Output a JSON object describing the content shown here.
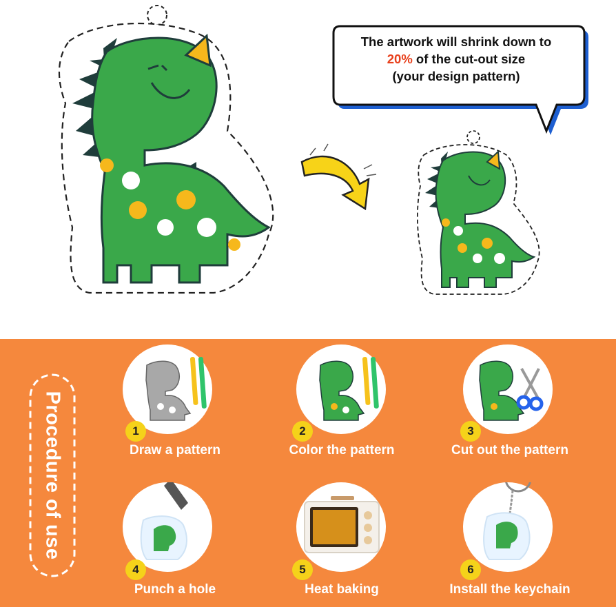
{
  "callout": {
    "line1": "The artwork will shrink down to",
    "highlight": "20%",
    "line2_rest": " of the cut-out size",
    "line3": "(your design pattern)"
  },
  "colors": {
    "orange_panel": "#f5883d",
    "dino_green": "#3aa84a",
    "dino_dark": "#1f3d3b",
    "accent_yellow": "#f5d21a",
    "highlight_red": "#e8401c"
  },
  "sidebar_label": "Procedure of use",
  "steps": [
    {
      "number": "1",
      "label": "Draw a pattern"
    },
    {
      "number": "2",
      "label": "Color the pattern"
    },
    {
      "number": "3",
      "label": "Cut out the pattern"
    },
    {
      "number": "4",
      "label": "Punch a hole"
    },
    {
      "number": "5",
      "label": "Heat baking"
    },
    {
      "number": "6",
      "label": "Install the keychain"
    }
  ]
}
